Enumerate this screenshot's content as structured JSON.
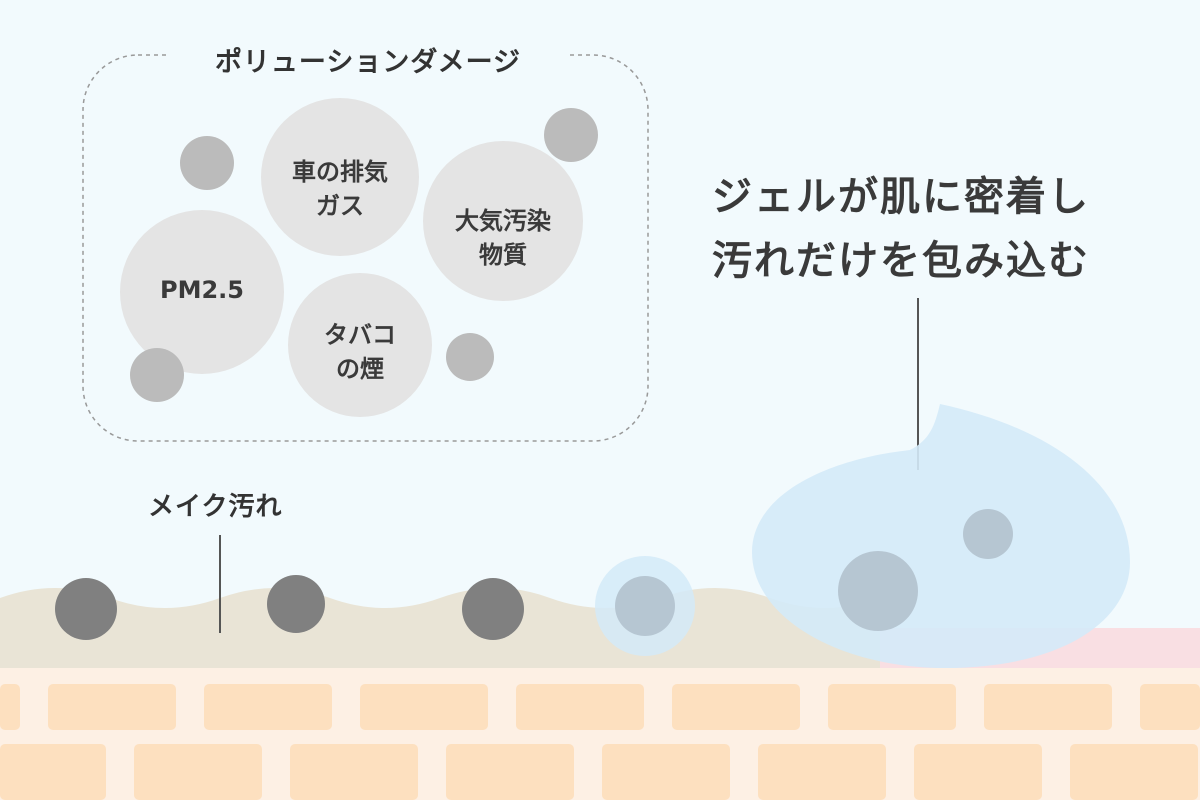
{
  "pollution_box": {
    "title": "ポリューションダメージ",
    "particles": [
      {
        "lines": [
          "車の排気",
          "ガス"
        ]
      },
      {
        "lines": [
          "大気汚染",
          "物質"
        ]
      },
      {
        "lines": [
          "PM2.5"
        ]
      },
      {
        "lines": [
          "タバコ",
          "の煙"
        ]
      }
    ]
  },
  "makeup_label": "メイク汚れ",
  "gel_caption": {
    "line1": "ジェルが肌に密着し",
    "line2": "汚れだけを包み込む"
  },
  "colors": {
    "background": "#f2fafd",
    "large_particle": "#e4e4e4",
    "small_particle": "#bbbbbb",
    "makeup_dirt": "#808080",
    "skin_surface": "#e9e4d6",
    "skin_cells": "#fde0bf",
    "skin_cell_gap": "#fdf0e4",
    "gel": "#d4eaf8",
    "pink_skin": "#f9dfe3"
  }
}
